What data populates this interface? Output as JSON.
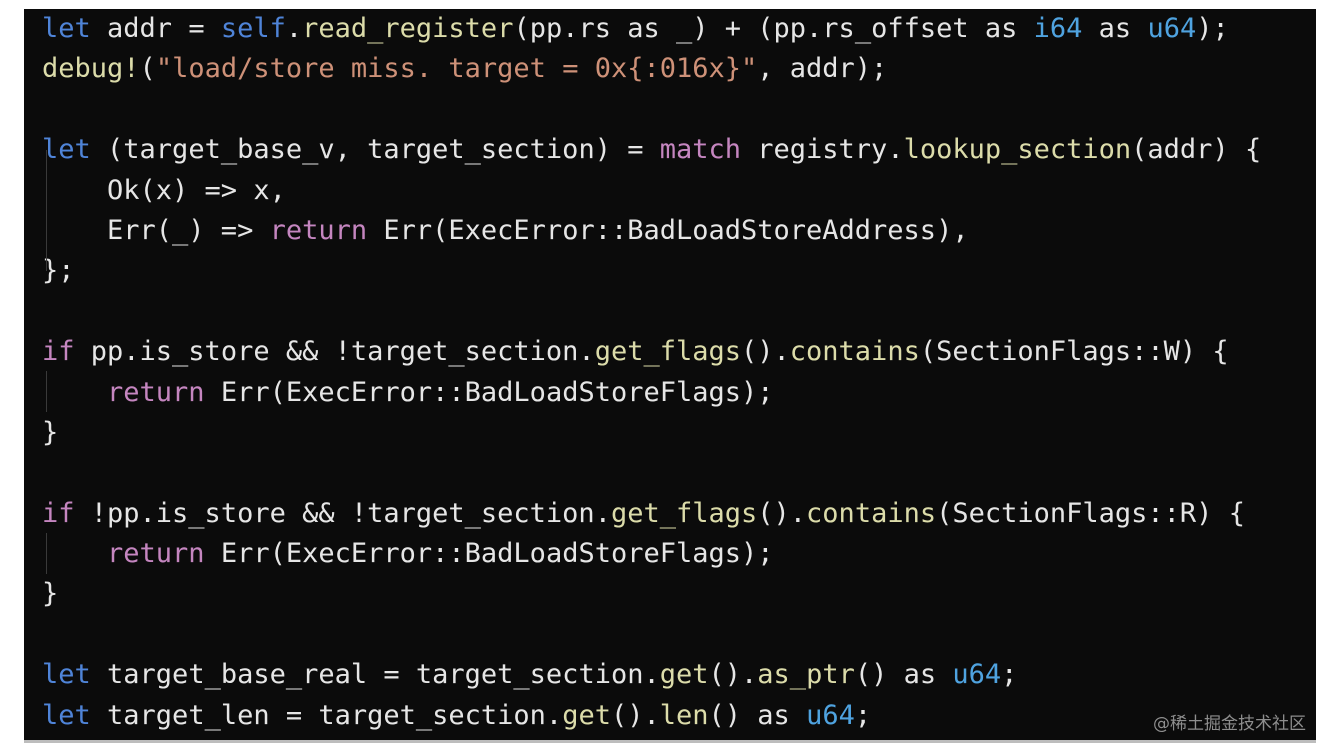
{
  "colors": {
    "background": "#0b0b0b",
    "keyword": "#4f84d8",
    "control": "#c586c0",
    "function": "#dcdcaa",
    "string": "#ce9178",
    "type": "#4fa3e0",
    "text": "#e6e6e6"
  },
  "code": {
    "lines": [
      [
        [
          "kw",
          "let"
        ],
        [
          "plain",
          " addr = "
        ],
        [
          "kw",
          "self"
        ],
        [
          "plain",
          "."
        ],
        [
          "fn",
          "read_register"
        ],
        [
          "plain",
          "(pp.rs as _) + (pp.rs_offset as "
        ],
        [
          "type",
          "i64"
        ],
        [
          "plain",
          " as "
        ],
        [
          "type",
          "u64"
        ],
        [
          "plain",
          ");"
        ]
      ],
      [
        [
          "macro",
          "debug!"
        ],
        [
          "plain",
          "("
        ],
        [
          "str",
          "\"load/store miss. target = 0x{:016x}\""
        ],
        [
          "plain",
          ", addr);"
        ]
      ],
      [],
      [
        [
          "kw",
          "let"
        ],
        [
          "plain",
          " (target_base_v, target_section) = "
        ],
        [
          "ctrl",
          "match"
        ],
        [
          "plain",
          " registry."
        ],
        [
          "fn",
          "lookup_section"
        ],
        [
          "plain",
          "(addr) {"
        ]
      ],
      [
        [
          "plain",
          "    Ok(x) => x,"
        ]
      ],
      [
        [
          "plain",
          "    Err(_) => "
        ],
        [
          "ctrl",
          "return"
        ],
        [
          "plain",
          " Err(ExecError::BadLoadStoreAddress),"
        ]
      ],
      [
        [
          "plain",
          "};"
        ]
      ],
      [],
      [
        [
          "ctrl",
          "if"
        ],
        [
          "plain",
          " pp.is_store && !target_section."
        ],
        [
          "fn",
          "get_flags"
        ],
        [
          "plain",
          "()."
        ],
        [
          "fn",
          "contains"
        ],
        [
          "plain",
          "(SectionFlags::W) {"
        ]
      ],
      [
        [
          "plain",
          "    "
        ],
        [
          "ctrl",
          "return"
        ],
        [
          "plain",
          " Err(ExecError::BadLoadStoreFlags);"
        ]
      ],
      [
        [
          "plain",
          "}"
        ]
      ],
      [],
      [
        [
          "ctrl",
          "if"
        ],
        [
          "plain",
          " !pp.is_store && !target_section."
        ],
        [
          "fn",
          "get_flags"
        ],
        [
          "plain",
          "()."
        ],
        [
          "fn",
          "contains"
        ],
        [
          "plain",
          "(SectionFlags::R) {"
        ]
      ],
      [
        [
          "plain",
          "    "
        ],
        [
          "ctrl",
          "return"
        ],
        [
          "plain",
          " Err(ExecError::BadLoadStoreFlags);"
        ]
      ],
      [
        [
          "plain",
          "}"
        ]
      ],
      [],
      [
        [
          "kw",
          "let"
        ],
        [
          "plain",
          " target_base_real = target_section."
        ],
        [
          "fn",
          "get"
        ],
        [
          "plain",
          "()."
        ],
        [
          "fn",
          "as_ptr"
        ],
        [
          "plain",
          "() as "
        ],
        [
          "type",
          "u64"
        ],
        [
          "plain",
          ";"
        ]
      ],
      [
        [
          "kw",
          "let"
        ],
        [
          "plain",
          " target_len = target_section."
        ],
        [
          "fn",
          "get"
        ],
        [
          "plain",
          "()."
        ],
        [
          "fn",
          "len"
        ],
        [
          "plain",
          "() as "
        ],
        [
          "type",
          "u64"
        ],
        [
          "plain",
          ";"
        ]
      ]
    ]
  },
  "watermark": {
    "text": "@稀土掘金技术社区"
  }
}
